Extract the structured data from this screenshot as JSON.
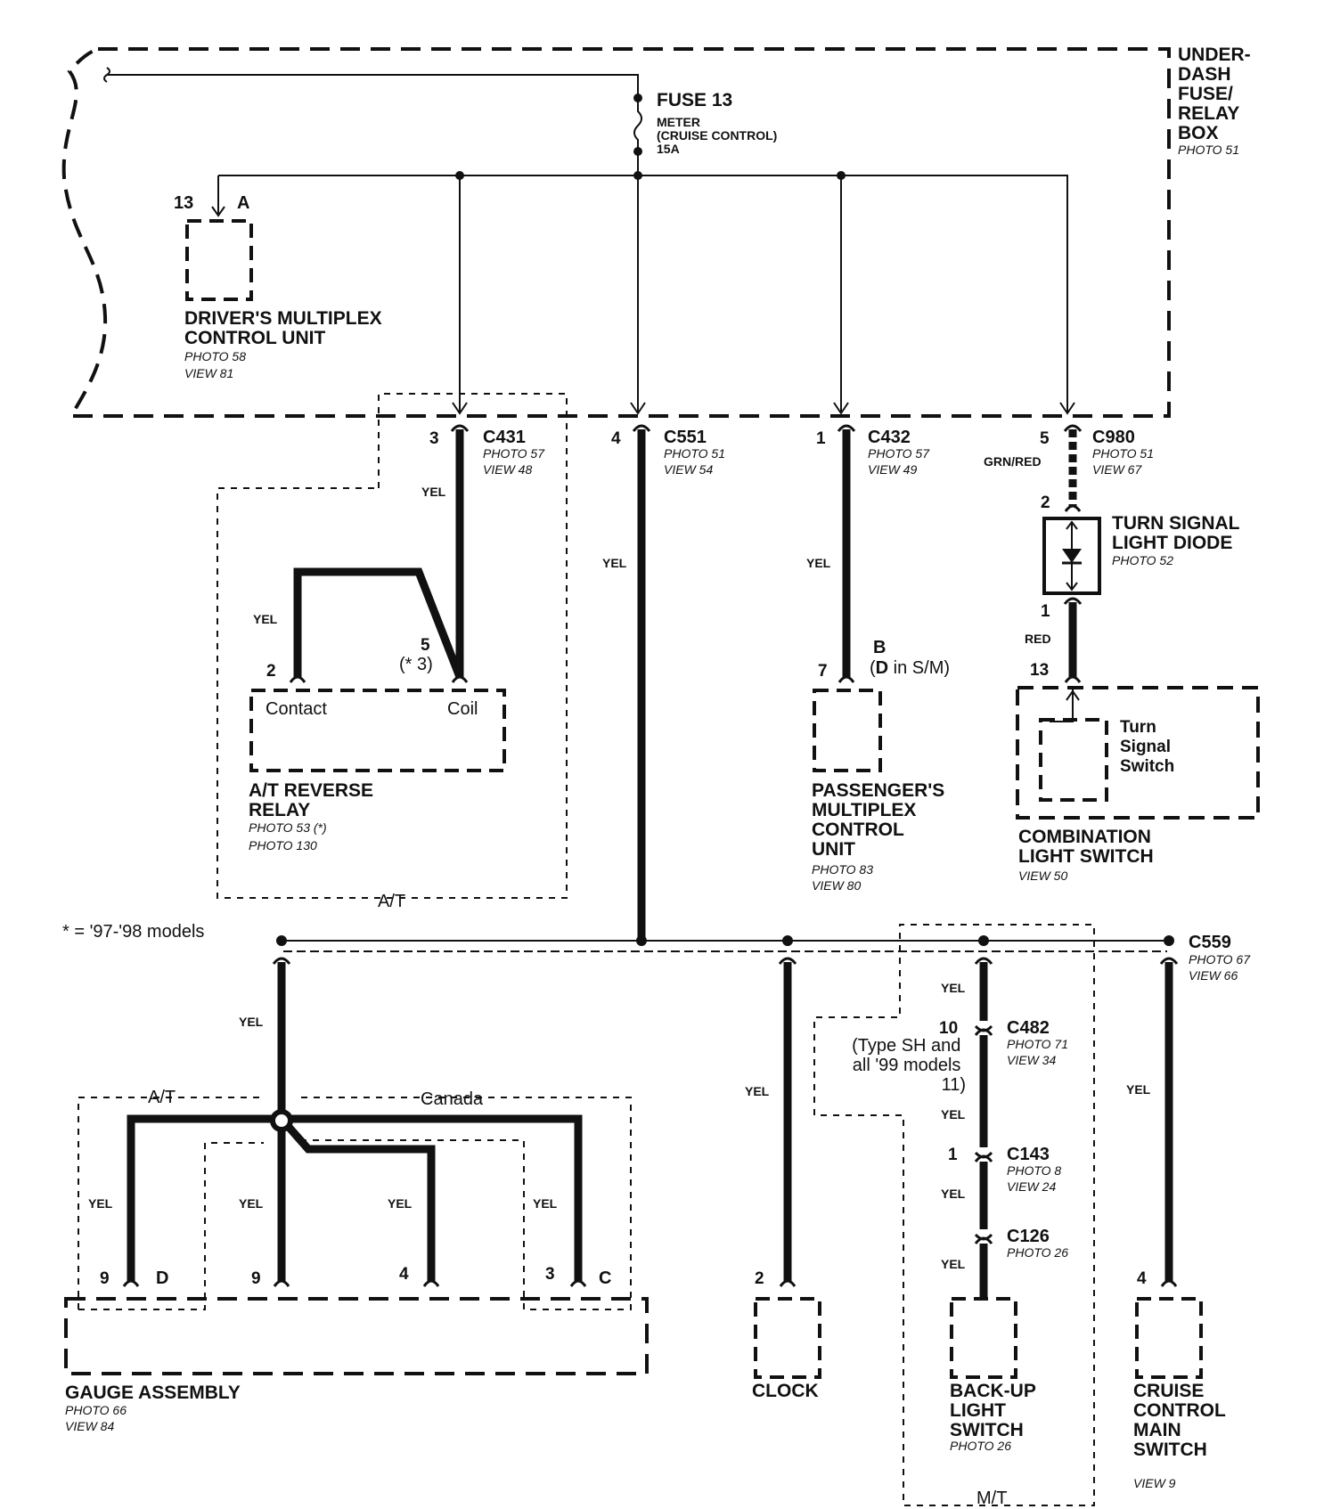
{
  "underdash_box": {
    "title_lines": [
      "UNDER-",
      "DASH",
      "FUSE/",
      "RELAY",
      "BOX"
    ],
    "photo": "PHOTO 51"
  },
  "fuse": {
    "name": "FUSE 13",
    "desc_lines": [
      "METER",
      "(CRUISE CONTROL)",
      "15A"
    ]
  },
  "driver_mcu": {
    "pin": "13",
    "connector": "A",
    "title_lines": [
      "DRIVER'S MULTIPLEX",
      "CONTROL UNIT"
    ],
    "photo": "PHOTO 58",
    "view": "VIEW 81"
  },
  "connectors": {
    "c431": {
      "pin": "3",
      "name": "C431",
      "photo": "PHOTO 57",
      "view": "VIEW 48"
    },
    "c551": {
      "pin": "4",
      "name": "C551",
      "photo": "PHOTO 51",
      "view": "VIEW 54"
    },
    "c432": {
      "pin": "1",
      "name": "C432",
      "photo": "PHOTO 57",
      "view": "VIEW 49"
    },
    "c980": {
      "pin": "5",
      "name": "C980",
      "photo": "PHOTO 51",
      "view": "VIEW 67"
    },
    "c559": {
      "name": "C559",
      "photo": "PHOTO 67",
      "view": "VIEW 66"
    },
    "c482": {
      "pin": "10",
      "name": "C482",
      "photo": "PHOTO 71",
      "view": "VIEW 34"
    },
    "c143": {
      "pin": "1",
      "name": "C143",
      "photo": "PHOTO 8",
      "view": "VIEW 24"
    },
    "c126": {
      "name": "C126",
      "photo": "PHOTO 26"
    }
  },
  "wire_colors": {
    "yel": "YEL",
    "grn_red": "GRN/RED",
    "red": "RED"
  },
  "at_relay": {
    "pin_contact": "2",
    "pin_coil": "5",
    "coil_note": "(* 3)",
    "contact": "Contact",
    "coil": "Coil",
    "title_lines": [
      "A/T REVERSE",
      "RELAY"
    ],
    "photo1": "PHOTO 53 (*)",
    "photo2": "PHOTO 130",
    "group": "A/T"
  },
  "passenger_mcu": {
    "pin": "7",
    "connector": "B",
    "connector_note_prefix": "D",
    "connector_note_suffix": " in S/M)",
    "title_lines": [
      "PASSENGER'S",
      "MULTIPLEX",
      "CONTROL",
      "UNIT"
    ],
    "photo": "PHOTO 83",
    "view": "VIEW 80"
  },
  "diode": {
    "pin_top": "2",
    "pin_bottom": "1",
    "title_lines": [
      "TURN SIGNAL",
      "LIGHT DIODE"
    ],
    "photo": "PHOTO 52"
  },
  "combo_switch": {
    "pin": "13",
    "inner_lines": [
      "Turn",
      "Signal",
      "Switch"
    ],
    "title_lines": [
      "COMBINATION",
      "LIGHT SWITCH"
    ],
    "view": "VIEW 50"
  },
  "footnote": "* = '97-'98 models",
  "gauge": {
    "group_at": "A/T",
    "group_canada": "Canada",
    "pins": {
      "p9d": "9",
      "d": "D",
      "p9": "9",
      "p4": "4",
      "p3": "3",
      "c": "C"
    },
    "title": "GAUGE ASSEMBLY",
    "photo": "PHOTO 66",
    "view": "VIEW 84"
  },
  "clock": {
    "pin": "2",
    "title": "CLOCK"
  },
  "backup": {
    "note_lines": [
      "(Type SH and",
      "all '99 models",
      "11)"
    ],
    "title_lines": [
      "BACK-UP",
      "LIGHT",
      "SWITCH"
    ],
    "photo": "PHOTO 26",
    "group": "M/T"
  },
  "cruise_main": {
    "pin": "4",
    "title_lines": [
      "CRUISE",
      "CONTROL",
      "MAIN",
      "SWITCH"
    ],
    "view": "VIEW 9"
  }
}
